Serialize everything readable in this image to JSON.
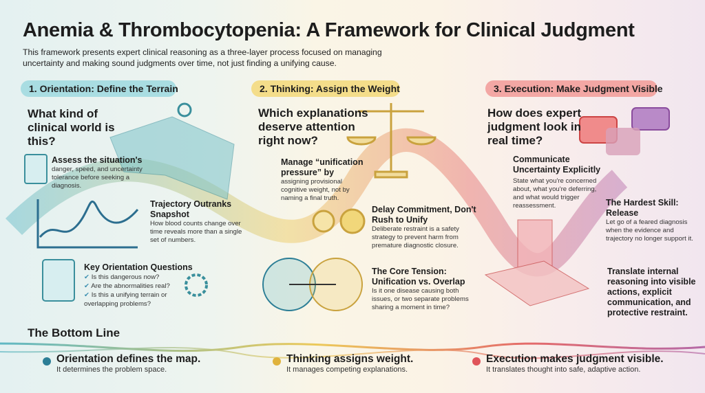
{
  "title": "Anemia & Thrombocytopenia: A Framework for Clinical Judgment",
  "subtitle": "This framework presents expert clinical reasoning as a three-layer process focused on managing uncertainty and making sound judgments over time, not just finding a unifying cause.",
  "colors": {
    "orientation": "#3aa3b3",
    "thinking": "#e8c14f",
    "execution": "#e0545a"
  },
  "orientation": {
    "label": "1. Orientation: Define the Terrain",
    "question": "What kind of clinical world is this?",
    "assess": {
      "title": "Assess the situation's",
      "text": "danger, speed, and uncertainty tolerance before seeking a diagnosis."
    },
    "trajectory": {
      "title": "Trajectory Outranks Snapshot",
      "text": "How blood counts change over time reveals more than a single set of numbers."
    },
    "questions": {
      "title": "Key Orientation Questions",
      "items": [
        "Is this dangerous now?",
        "Are the abnormalities real?",
        "Is this a unifying terrain or overlapping problems?"
      ]
    }
  },
  "thinking": {
    "label": "2. Thinking: Assign the Weight",
    "question": "Which explanations deserve attention right now?",
    "manage": {
      "title": "Manage “unification pressure” by",
      "text": "assigning provisional cognitive weight, not by naming a final truth."
    },
    "delay": {
      "title": "Delay Commitment, Don't Rush to Unify",
      "text": "Deliberate restraint is a safety strategy to prevent harm from premature diagnostic closure."
    },
    "tension": {
      "title": "The Core Tension: Unification vs. Overlap",
      "text": "Is it one disease causing both issues, or two separate problems sharing a moment in time?"
    }
  },
  "execution": {
    "label": "3. Execution: Make Judgment Visible",
    "question": "How does expert judgment look in real time?",
    "communicate": {
      "title": "Communicate Uncertainty Explicitly",
      "text": "State what you're concerned about, what you're deferring, and what would trigger reassessment."
    },
    "release": {
      "title": "The Hardest Skill: Release",
      "text": "Let go of a feared diagnosis when the evidence and trajectory no longer support it."
    },
    "translate": {
      "title": "Translate internal reasoning into visible actions, explicit communication, and protective restraint."
    }
  },
  "bottom": {
    "title": "The Bottom Line",
    "items": [
      {
        "title": "Orientation defines the map.",
        "text": "It determines the problem space."
      },
      {
        "title": "Thinking assigns weight.",
        "text": "It manages competing explanations."
      },
      {
        "title": "Execution makes judgment visible.",
        "text": "It translates thought into safe, adaptive action."
      }
    ]
  }
}
